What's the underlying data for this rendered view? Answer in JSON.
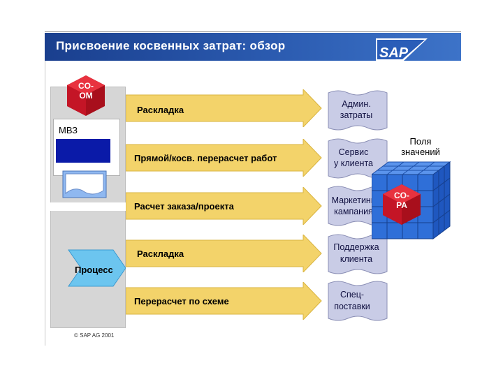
{
  "header": {
    "title": "Присвоение  косвенных затрат: обзор",
    "logo": "SAP"
  },
  "left_panel": {
    "coom_badge": [
      "CO-",
      "OM"
    ],
    "mvz_label": "МВЗ",
    "process_label": "Процесс",
    "copyright": "© SAP AG 2001"
  },
  "arrows": [
    {
      "label": "Раскладка"
    },
    {
      "label": "Прямой/косв. перерасчет работ"
    },
    {
      "label": "Расчет заказа/проекта"
    },
    {
      "label": "Раскладка"
    },
    {
      "label": "Перерасчет по схеме"
    }
  ],
  "targets": [
    {
      "line1": "Админ.",
      "line2": "затраты"
    },
    {
      "line1": "Сервис",
      "line2": "у клиента"
    },
    {
      "line1": "Маркетинг.",
      "line2": "кампания"
    },
    {
      "line1": "Поддержка",
      "line2": "клиента"
    },
    {
      "line1": "Спец-",
      "line2": "поставки"
    }
  ],
  "cube": {
    "title_line1": "Поля",
    "title_line2": "значений",
    "copa_badge": [
      "CO-",
      "PA"
    ]
  },
  "colors": {
    "header_blue": "#1a3f8e",
    "arrow_yellow": "#f3d36a",
    "scroll_fill": "#c9cce6",
    "cube_blue": "#2f6fd8",
    "badge_red": "#d0182a",
    "process_cyan": "#6cc5ef"
  }
}
